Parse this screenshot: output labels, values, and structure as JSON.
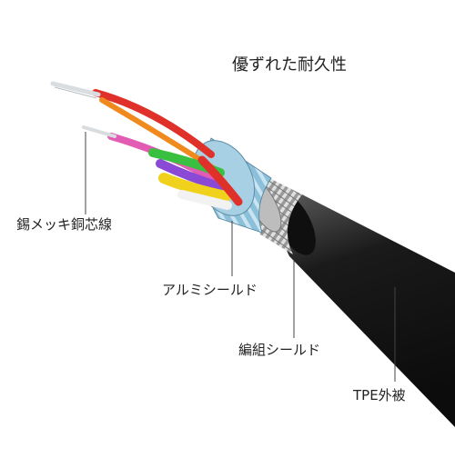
{
  "title": "優ずれた耐久性",
  "callouts": {
    "tinned_copper": "錫メッキ銅芯線",
    "aluminum_shield": "アルミシールド",
    "braided_shield": "編組シールド",
    "tpe_jacket": "TPE外被"
  },
  "colors": {
    "jacket": "#1a1a1a",
    "braid": "#c8c8c8",
    "foil": "#7fb3cf",
    "copper": "#d9dde0",
    "wire_red": "#e0302a",
    "wire_green": "#39c040",
    "wire_yellow": "#f0d21c",
    "wire_pink": "#e35cb4",
    "wire_purple": "#8a4ad6",
    "wire_orange": "#f08a1e",
    "wire_white": "#f2f2f2",
    "leader_line": "#444444"
  }
}
